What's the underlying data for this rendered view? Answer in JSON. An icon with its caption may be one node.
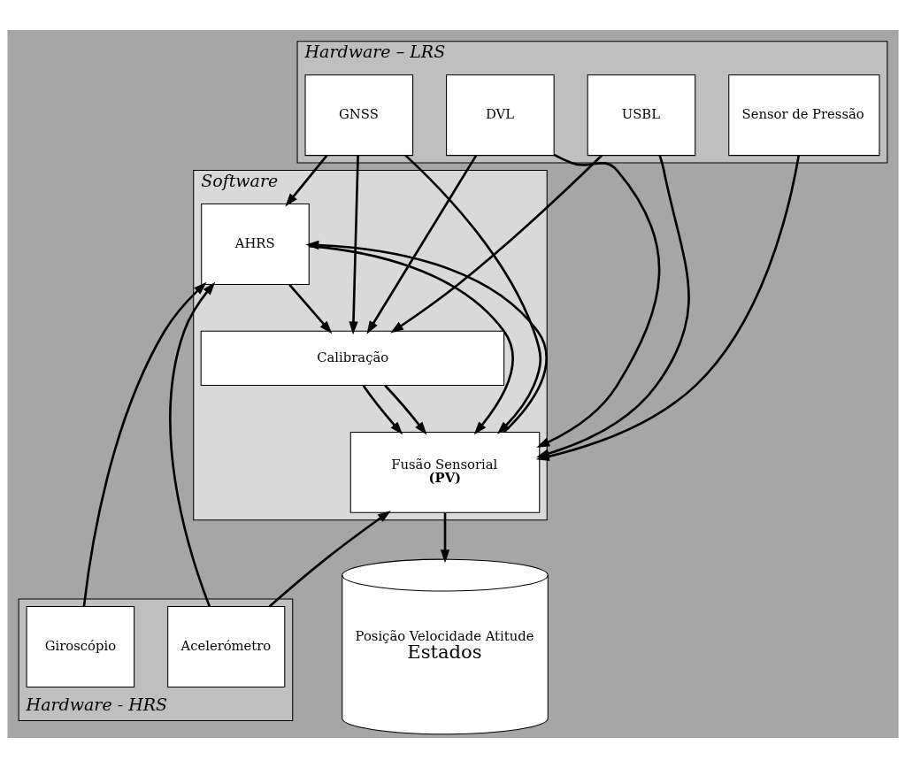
{
  "diagram": {
    "nodes": [
      {
        "text": [
          "Hardware – LRS"
        ]
      },
      {
        "text": [
          "GNSS"
        ],
        "in": 0
      },
      {
        "text": [
          "DVL"
        ],
        "in": 0
      },
      {
        "text": [
          "USBL"
        ],
        "in": 0
      },
      {
        "text": [
          "Sensor de Pressão"
        ],
        "in": 0
      },
      {
        "text": [
          "Software"
        ]
      },
      {
        "text": [
          "Calibração"
        ],
        "in": 5
      },
      {
        "text": [
          "AHRS"
        ],
        "in": 5
      },
      {
        "text": [
          "Fusão Sensorial",
          "(PV)"
        ],
        "in": 5
      },
      {
        "text": [
          "Posição Velocidade Atitude",
          "Estados"
        ]
      },
      {
        "text": [
          "Hardware - HRS"
        ]
      },
      {
        "text": [
          "Giroscópio"
        ],
        "in": 10
      },
      {
        "text": [
          "Acelerómetro"
        ],
        "in": 10
      }
    ],
    "edges": [
      {
        "from": 1,
        "to": 6,
        "arrow": "to"
      },
      {
        "from": 1,
        "to": 7,
        "arrow": "to"
      },
      {
        "from": 1,
        "to": 8,
        "arrow": "to"
      },
      {
        "from": 2,
        "to": 8,
        "arrow": "to"
      },
      {
        "from": 3,
        "to": 8,
        "arrow": "to"
      },
      {
        "from": 2,
        "to": 6,
        "arrow": "to"
      },
      {
        "from": 3,
        "to": 6,
        "arrow": "to"
      },
      {
        "from": 4,
        "to": 8,
        "arrow": "to"
      },
      {
        "from": 6,
        "to": 8,
        "arrow": "to"
      },
      {
        "from": 6,
        "to": 8,
        "arrow": "to"
      },
      {
        "from": 7,
        "to": 6,
        "arrow": "to"
      },
      {
        "from": 7,
        "to": 8,
        "arrow": "to"
      },
      {
        "from": 8,
        "to": 7,
        "arrow": "to"
      },
      {
        "from": 8,
        "to": 9,
        "arrow": "to"
      },
      {
        "from": 11,
        "to": 7,
        "arrow": "to"
      },
      {
        "from": 12,
        "to": 7,
        "arrow": "to"
      },
      {
        "from": 12,
        "to": 8,
        "arrow": "to"
      }
    ]
  }
}
